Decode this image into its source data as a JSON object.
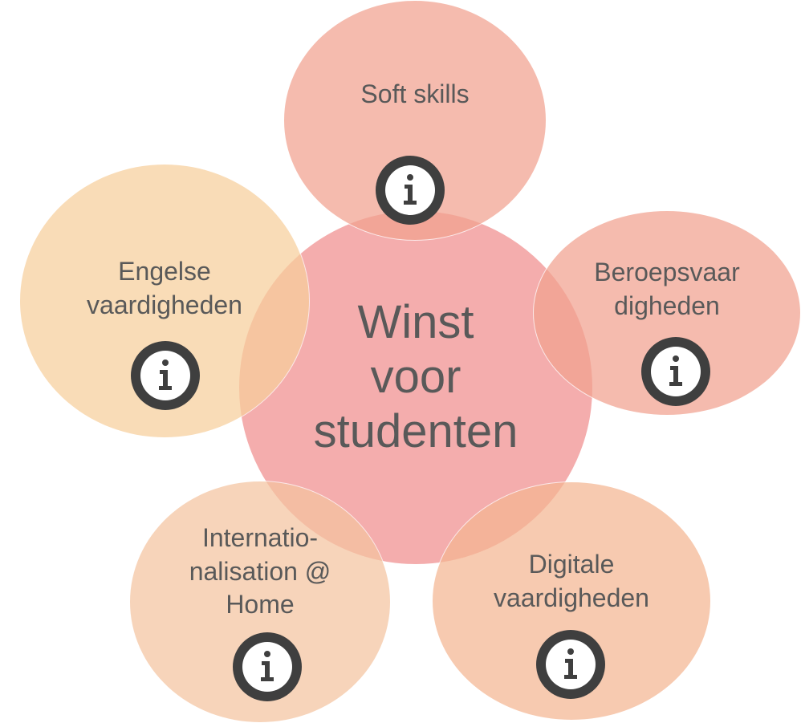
{
  "diagram": {
    "center": {
      "title": "Winst\nvoor\nstudenten",
      "color": "#f08e8e"
    },
    "satellites": [
      {
        "id": "soft-skills",
        "label": "Soft skills",
        "color": "#f2a28f",
        "icon": "info-icon"
      },
      {
        "id": "beroepsvaardigheden",
        "label": "Beroepsvaar\ndigheden",
        "color": "#f2a28f",
        "icon": "info-icon"
      },
      {
        "id": "digitale-vaardigheden",
        "label": "Digitale\nvaardigheden",
        "color": "#f5b692",
        "icon": "info-icon"
      },
      {
        "id": "internationalisation-at-home",
        "label": "Internatio-\nnalisation @\nHome",
        "color": "#f5c4a0",
        "icon": "info-icon"
      },
      {
        "id": "engelse-vaardigheden",
        "label": "Engelse\nvaardigheden",
        "color": "#f8cf9c",
        "icon": "info-icon"
      }
    ]
  }
}
